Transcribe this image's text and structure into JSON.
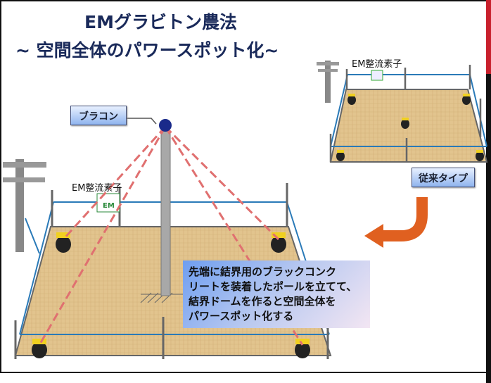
{
  "title": "EMグラビトン農法",
  "subtitle": "~  空間全体のパワースポット化~",
  "labels": {
    "brakon": "ブラコン",
    "em_element_small": "EM整流素子",
    "em_element_large": "EM整流素子",
    "conventional": "従来タイプ",
    "em_logo": "EM"
  },
  "note": [
    "先端に結界用のブラックコンク",
    "リートを装着したポールを立てて、",
    "結界ドームを作ると空間全体を",
    "パワースポット化する"
  ],
  "colors": {
    "title": "#1a2a5a",
    "field": "#e2c48e",
    "rope": "#2a7ab8",
    "arrow": "#e06020",
    "dash": "#e07070"
  }
}
